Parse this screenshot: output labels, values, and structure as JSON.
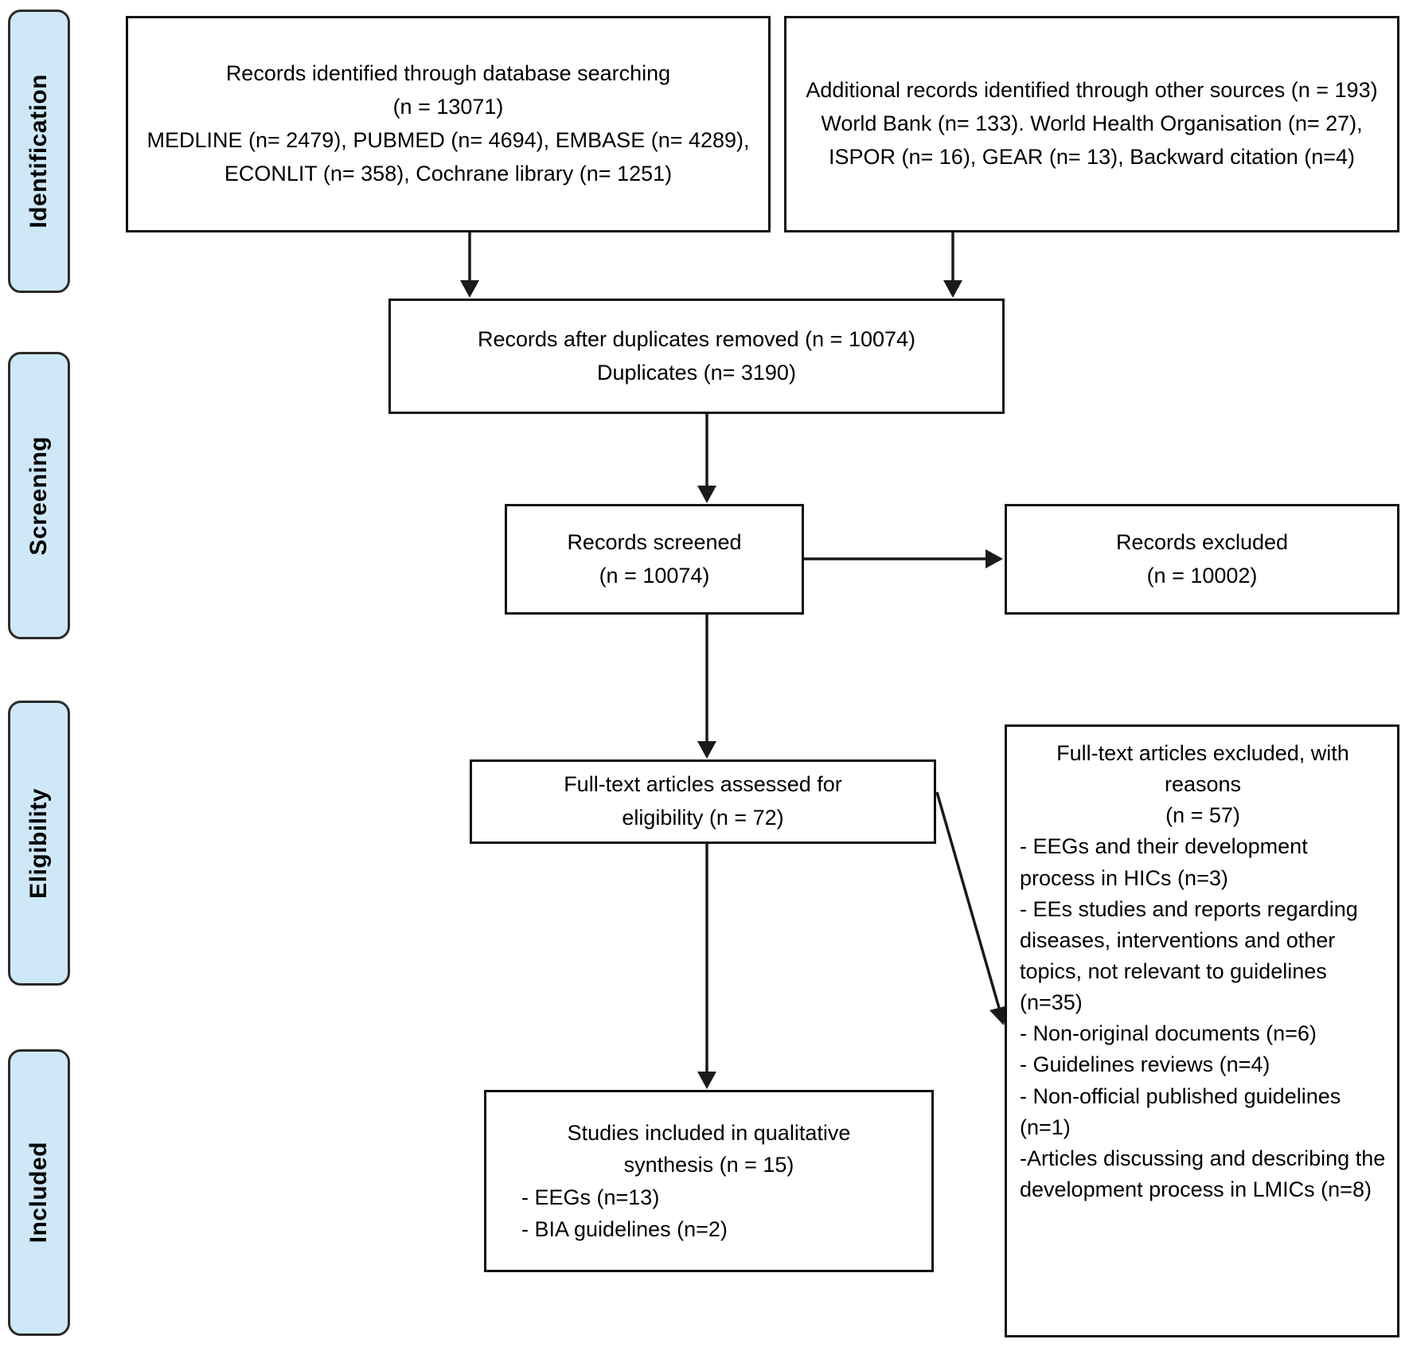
{
  "stages": [
    {
      "label": "Identification"
    },
    {
      "label": "Screening"
    },
    {
      "label": "Eligibility"
    },
    {
      "label": "Included"
    }
  ],
  "boxes": {
    "identified": {
      "line1": "Records identified through database searching",
      "line2": "(n = 13071)",
      "line3": "MEDLINE (n= 2479), PUBMED (n= 4694), EMBASE (n= 4289), ECONLIT (n= 358), Cochrane library (n= 1251)"
    },
    "additional": {
      "line1": "Additional records identified through other sources (n = 193)",
      "line2": "World Bank (n= 133). World Health Organisation (n= 27), ISPOR (n= 16), GEAR (n= 13), Backward citation (n=4)"
    },
    "deduplicated": {
      "line1": "Records after duplicates removed (n = 10074)",
      "line2": "Duplicates (n= 3190)"
    },
    "screened": {
      "line1": "Records screened",
      "line2": "(n = 10074)"
    },
    "excluded": {
      "line1": "Records excluded",
      "line2": "(n = 10002)"
    },
    "assessed": {
      "line1": "Full-text articles assessed for",
      "line2": "eligibility (n = 72)"
    },
    "fulltext_excluded": {
      "header1": "Full-text articles excluded, with",
      "header2": "reasons",
      "header3": "(n = 57)",
      "reasons": [
        " - EEGs and their development process in HICs (n=3)",
        "- EEs studies and reports regarding diseases, interventions and other topics, not relevant to guidelines (n=35)",
        "- Non-original documents (n=6)",
        "- Guidelines reviews (n=4)",
        "- Non-official published guidelines (n=1)",
        "-Articles discussing and describing the development process in LMICs (n=8)"
      ]
    },
    "included": {
      "header1": "Studies included in qualitative",
      "header2": "synthesis (n = 15)",
      "items": [
        "- EEGs (n=13)",
        "- BIA guidelines (n=2)"
      ]
    }
  },
  "colors": {
    "stage_fill": "#cfe8f7",
    "stage_border": "#2a2a2a",
    "box_border": "#111111",
    "arrow": "#1a1a1a",
    "background": "#ffffff",
    "text": "#000000"
  }
}
